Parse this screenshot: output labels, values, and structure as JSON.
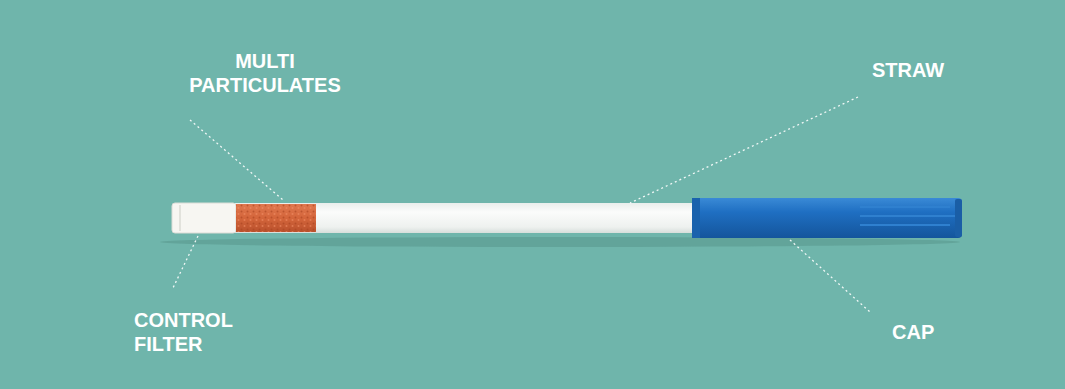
{
  "diagram": {
    "labels": [
      "MULTI PARTICULATES",
      "STRAW",
      "CONTROL FILTER",
      "CAP"
    ]
  }
}
